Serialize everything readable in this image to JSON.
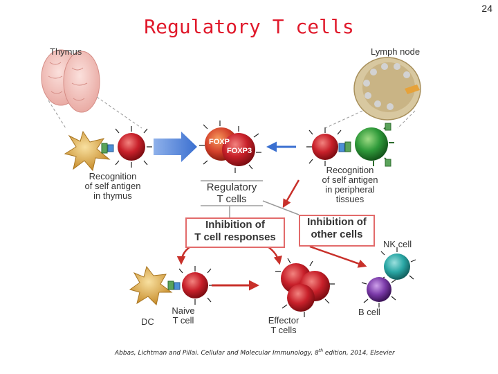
{
  "title": "Regulatory T cells",
  "page_number": "24",
  "labels": {
    "thymus": "Thymus",
    "lymph_node": "Lymph node",
    "recognition_thymus": [
      "Recognition",
      "of self antigen",
      "in thymus"
    ],
    "recognition_peripheral": [
      "Recognition",
      "of self antigen",
      "in peripheral",
      "tissues"
    ],
    "regulatory_t_cells": [
      "Regulatory",
      "T cells"
    ],
    "foxp3_back": "FOXP",
    "foxp3_front": "FOXP3",
    "inhibition_t_cell": [
      "Inhibition of",
      "T cell responses"
    ],
    "inhibition_other": [
      "Inhibition of",
      "other cells"
    ],
    "nk_cell": "NK cell",
    "b_cell": "B cell",
    "dc": "DC",
    "naive_t_cell": [
      "Naive",
      "T cell"
    ],
    "effector_t_cells": [
      "Effector",
      "T cells"
    ]
  },
  "citation": {
    "text_before": "Abbas, Lichtman and Pillai. Cellular and Molecular Immunology, 8",
    "superscript": "th",
    "text_after": " edition, 2014, Elsevier"
  },
  "colors": {
    "title": "#e0192b",
    "red_cell": "#c8202a",
    "green_cell": "#2f9a3a",
    "nk_cell": "#2aa7a5",
    "b_cell": "#7a3aa8",
    "dendritic": "#d9a648",
    "arrow_blue": "#3a6fd0",
    "arrow_red": "#c8302a",
    "box_border": "#e26a6a"
  }
}
